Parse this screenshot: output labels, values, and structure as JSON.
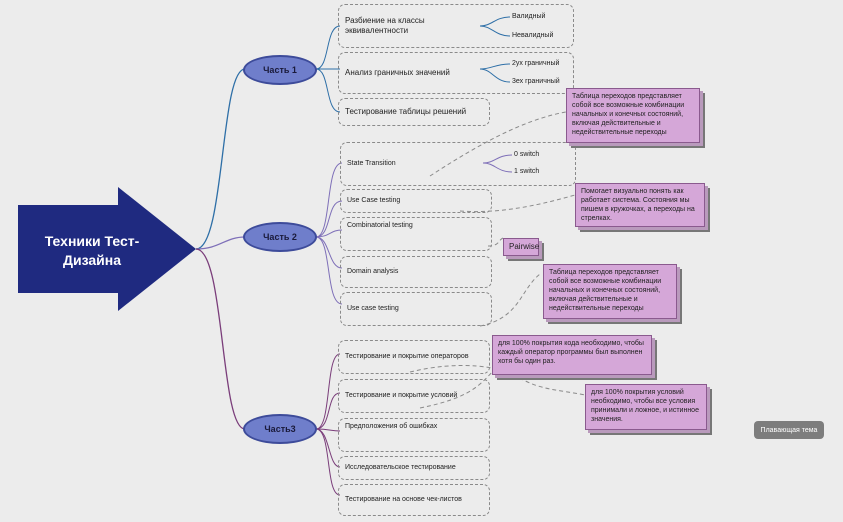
{
  "root": {
    "title_line1": "Техники Тест-",
    "title_line2": "Дизайна"
  },
  "parts": [
    {
      "label": "Часть 1",
      "topics": [
        {
          "label": "Разбиение на классы эквивалентности",
          "leaves": [
            "Валидный",
            "Невалидный"
          ]
        },
        {
          "label": "Анализ граничных значений",
          "leaves": [
            "2ух граничный",
            "3ех граничный"
          ]
        },
        {
          "label": "Тестирование таблицы решений",
          "leaves": []
        }
      ]
    },
    {
      "label": "Часть 2",
      "topics": [
        {
          "label": "State Transition",
          "leaves": [
            "0 switch",
            "1 switch"
          ]
        },
        {
          "label": "Use Case testing",
          "leaves": []
        },
        {
          "label": "Combinatorial testing",
          "leaves": []
        },
        {
          "label": "Domain analysis",
          "leaves": []
        },
        {
          "label": "Use case testing",
          "leaves": []
        }
      ]
    },
    {
      "label": "Часть3",
      "topics": [
        {
          "label": "Тестирование и покрытие операторов",
          "leaves": []
        },
        {
          "label": "Тестирование и покрытие условий",
          "leaves": []
        },
        {
          "label": "Предположения об ошибках",
          "leaves": []
        },
        {
          "label": "Исследовательское тестирование",
          "leaves": []
        },
        {
          "label": "Тестирование на основе чек-листов",
          "leaves": []
        }
      ]
    }
  ],
  "notes": {
    "decision_table": "Таблица переходов представляет собой все возможные комбинации начальных и конечных состояний, включая действительные и недействительные переходы",
    "use_case": "Помогает визуально  понять как работает система. Состояния мы пишем в кружочках, а переходы на стрелках.",
    "pairwise": "Pairwise",
    "use_case_testing": "Таблица переходов представляет собой все возможные комбинации начальных и конечных состояний, включая действительные и недействительные переходы",
    "statements": "для 100% покрытия кода необходимо, чтобы каждый оператор программы был выполнен хотя бы один раз.",
    "conditions": "для 100% покрытия условий необходимо, чтобы все условия принимали и ложное, и истинное значения."
  },
  "floating_topic": "Плавающая тема",
  "colors": {
    "root": "#1f2a80",
    "part_fill": "#6f7ecb",
    "part1_branch": "#2e6fa7",
    "part2_branch": "#7e6fb8",
    "part3_branch": "#7a3d7a",
    "note_fill": "#d5a7d8"
  }
}
